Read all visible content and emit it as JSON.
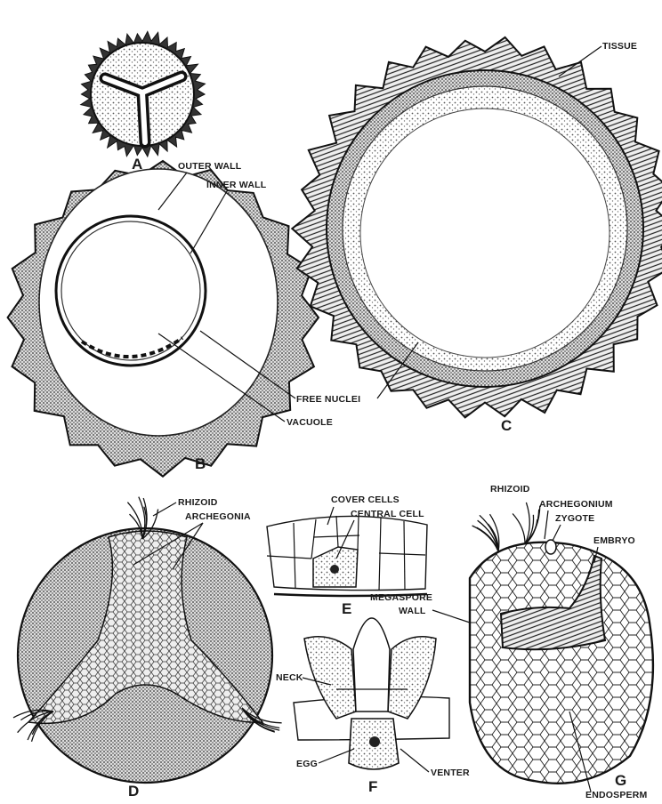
{
  "figure_letters": {
    "a": "A",
    "b": "B",
    "c": "C",
    "d": "D",
    "e": "E",
    "f": "F",
    "g": "G"
  },
  "labels": {
    "outer_wall": "OUTER WALL",
    "inner_wall": "INNER WALL",
    "free_nuclei": "FREE NUCLEI",
    "vacuole": "VACUOLE",
    "tissue": "TISSUE",
    "rhizoid_d": "RHIZOID",
    "archegonia": "ARCHEGONIA",
    "cover_cells": "COVER CELLS",
    "central_cell": "CENTRAL CELL",
    "neck": "NECK",
    "egg": "EGG",
    "venter": "VENTER",
    "rhizoid_g": "RHIZOID",
    "archegonium": "ARCHEGONIUM",
    "zygote": "ZYGOTE",
    "embryo": "EMBRYO",
    "megaspore_wall_1": "MEGASPORE",
    "megaspore_wall_2": "WALL",
    "endosperm": "ENDOSPERM"
  },
  "colors": {
    "ink": "#111111",
    "stipple": "#bdbdbd",
    "paper": "#ffffff"
  }
}
